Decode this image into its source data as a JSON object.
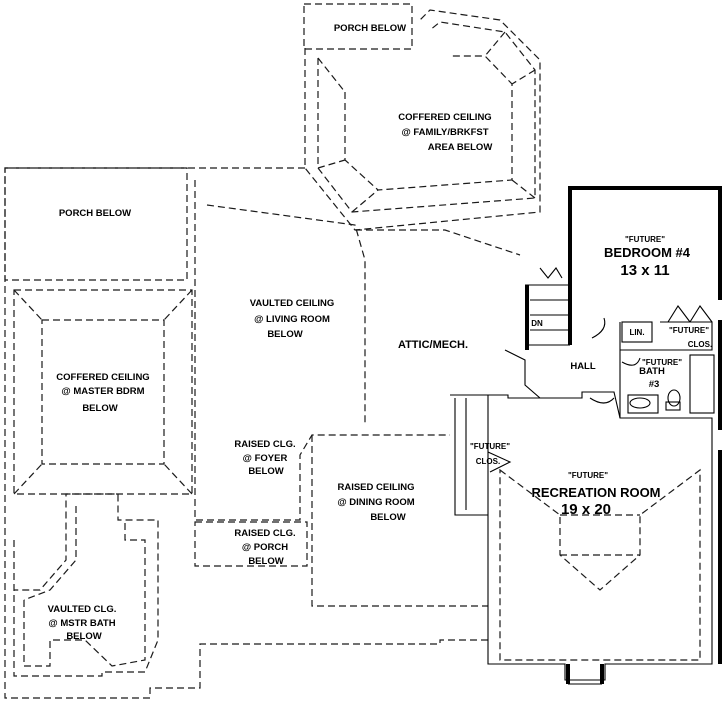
{
  "labels": {
    "porch_below_top": "PORCH BELOW",
    "coffered_family_1": "COFFERED CEILING",
    "coffered_family_2": "@ FAMILY/BRKFST",
    "coffered_family_3": "AREA BELOW",
    "porch_below_left": "PORCH BELOW",
    "vaulted_living_1": "VAULTED CEILING",
    "vaulted_living_2": "@ LIVING ROOM",
    "vaulted_living_3": "BELOW",
    "attic": "ATTIC/MECH.",
    "coffered_master_1": "COFFERED CEILING",
    "coffered_master_2": "@ MASTER BDRM",
    "coffered_master_3": "BELOW",
    "foyer_1": "RAISED CLG.",
    "foyer_2": "@ FOYER",
    "foyer_3": "BELOW",
    "dining_1": "RAISED CEILING",
    "dining_2": "@ DINING ROOM",
    "dining_3": "BELOW",
    "porch_clg_1": "RAISED CLG.",
    "porch_clg_2": "@ PORCH",
    "porch_clg_3": "BELOW",
    "mstr_bath_1": "VAULTED CLG.",
    "mstr_bath_2": "@ MSTR BATH",
    "mstr_bath_3": "BELOW",
    "bed4_future": "\"FUTURE\"",
    "bed4_name": "BEDROOM #4",
    "bed4_size": "13 x 11",
    "dn": "DN",
    "lin": "LIN.",
    "clos_future": "\"FUTURE\"",
    "clos": "CLOS.",
    "bath_future": "\"FUTURE\"",
    "bath_name": "BATH",
    "bath_num": "#3",
    "hall": "HALL",
    "rec_clos_future": "\"FUTURE\"",
    "rec_clos": "CLOS.",
    "rec_future": "\"FUTURE\"",
    "rec_name": "RECREATION ROOM",
    "rec_size": "19 x 20"
  }
}
